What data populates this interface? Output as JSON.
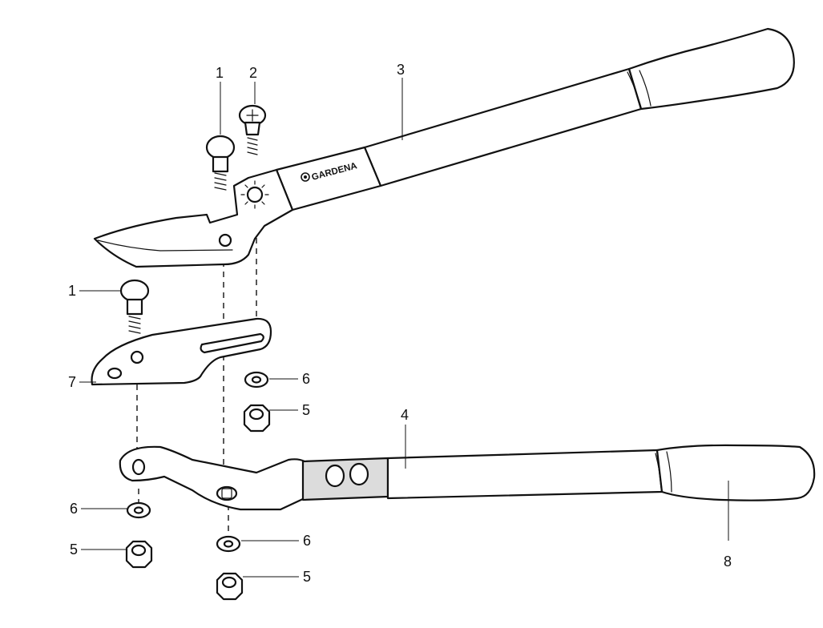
{
  "brand": "GARDENA",
  "callouts": {
    "c1a": "1",
    "c2": "2",
    "c3": "3",
    "c1b": "1",
    "c7": "7",
    "c6a": "6",
    "c5a": "5",
    "c4": "4",
    "c6b": "6",
    "c5b": "5",
    "c6c": "6",
    "c5c": "5",
    "c8": "8"
  }
}
